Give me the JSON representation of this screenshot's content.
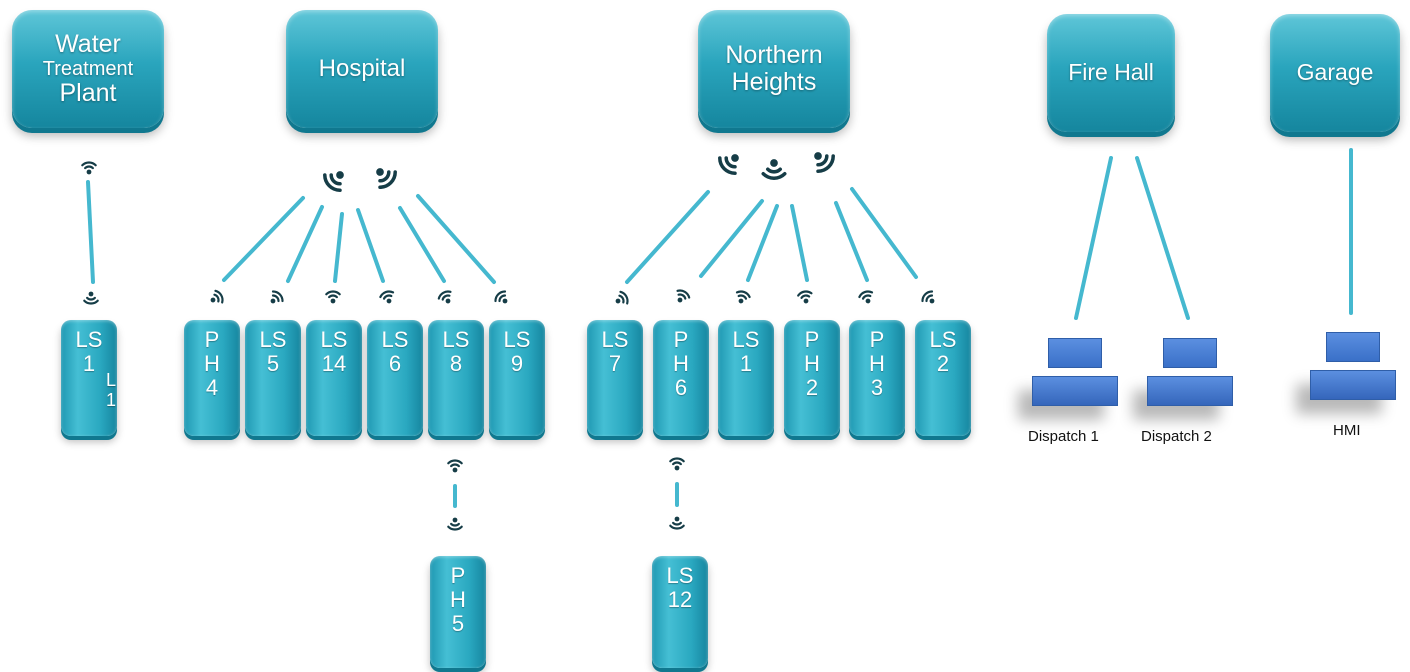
{
  "hubs": {
    "water": [
      "Water",
      "Treatment",
      "Plant"
    ],
    "hospital": [
      "Hospital"
    ],
    "northern": [
      "Northern",
      "Heights"
    ],
    "firehall": [
      "Fire Hall"
    ],
    "garage": [
      "Garage"
    ]
  },
  "stations": {
    "ls1a": [
      "LS",
      "1"
    ],
    "ls1a_extra": "L 1",
    "ph4": [
      "P",
      "H",
      "4"
    ],
    "ls5": [
      "LS",
      "5"
    ],
    "ls14": [
      "LS",
      "14"
    ],
    "ls6": [
      "LS",
      "6"
    ],
    "ls8": [
      "LS",
      "8"
    ],
    "ls9": [
      "LS",
      "9"
    ],
    "ph5": [
      "P",
      "H",
      "5"
    ],
    "ls7": [
      "LS",
      "7"
    ],
    "ph6": [
      "P",
      "H",
      "6"
    ],
    "ls1b": [
      "LS",
      "1"
    ],
    "ph2": [
      "P",
      "H",
      "2"
    ],
    "ph3": [
      "P",
      "H",
      "3"
    ],
    "ls2": [
      "LS",
      "2"
    ],
    "ls12": [
      "LS",
      "12"
    ]
  },
  "terminals": {
    "dispatch1": "Dispatch 1",
    "dispatch2": "Dispatch 2",
    "hmi": "HMI"
  },
  "colors": {
    "hub": "#2aa5bd",
    "link": "#45b8cf",
    "terminal": "#3f76d0"
  }
}
